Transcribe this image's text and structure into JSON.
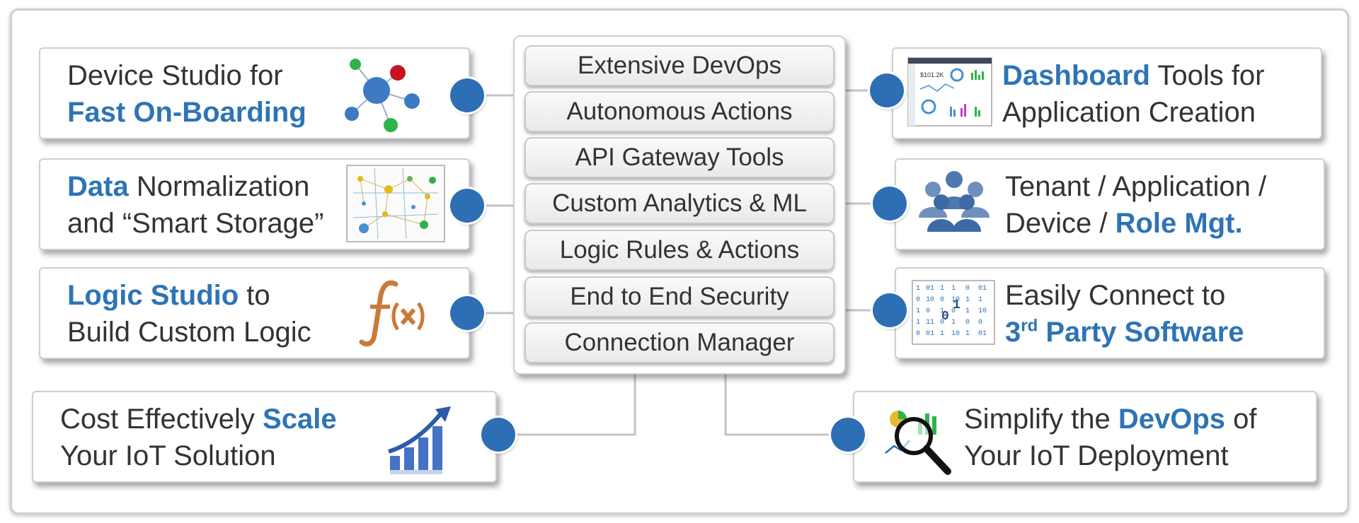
{
  "capabilities": [
    "Extensive DevOps",
    "Autonomous Actions",
    "API Gateway Tools",
    "Custom Analytics & ML",
    "Logic Rules & Actions",
    "End to End Security",
    "Connection Manager"
  ],
  "cards": {
    "device_studio": {
      "line1": "Device Studio for",
      "line2_hl": "Fast On-Boarding"
    },
    "data_norm": {
      "line1_hl": "Data",
      "line1_rest": " Normalization",
      "line2": "and “Smart Storage”"
    },
    "logic_studio": {
      "line1_hl": "Logic Studio",
      "line1_rest": " to",
      "line2": "Build Custom Logic"
    },
    "scale": {
      "line1": "Cost Effectively ",
      "line1_hl": "Scale",
      "line2": "Your IoT Solution"
    },
    "dashboard": {
      "line1_hl": "Dashboard",
      "line1_rest": " Tools for",
      "line2": "Application Creation"
    },
    "tenant": {
      "line1": "Tenant / Application /",
      "line2": "Device / ",
      "line2_hl": "Role Mgt."
    },
    "connect": {
      "line1": "Easily Connect to",
      "line2_hl_a": "3",
      "line2_hl_sup": "rd",
      "line2_hl_b": " Party Software"
    },
    "devops": {
      "line1": "Simplify the ",
      "line1_hl": "DevOps",
      "line1_rest": " of",
      "line2": "Your IoT Deployment"
    }
  },
  "icons": {
    "device_studio": "network-nodes-icon",
    "data_norm": "data-graph-icon",
    "logic_studio": "function-fx-icon",
    "scale": "growth-chart-icon",
    "dashboard": "dashboard-screenshot-icon",
    "tenant": "user-group-icon",
    "connect": "binary-code-icon",
    "devops": "magnifier-chart-icon"
  },
  "dashboard_thumb_value": "$101.2K",
  "colors": {
    "accent": "#2e74b5",
    "dot": "#2e6eb5",
    "text": "#333333",
    "fx": "#c97a3a"
  }
}
